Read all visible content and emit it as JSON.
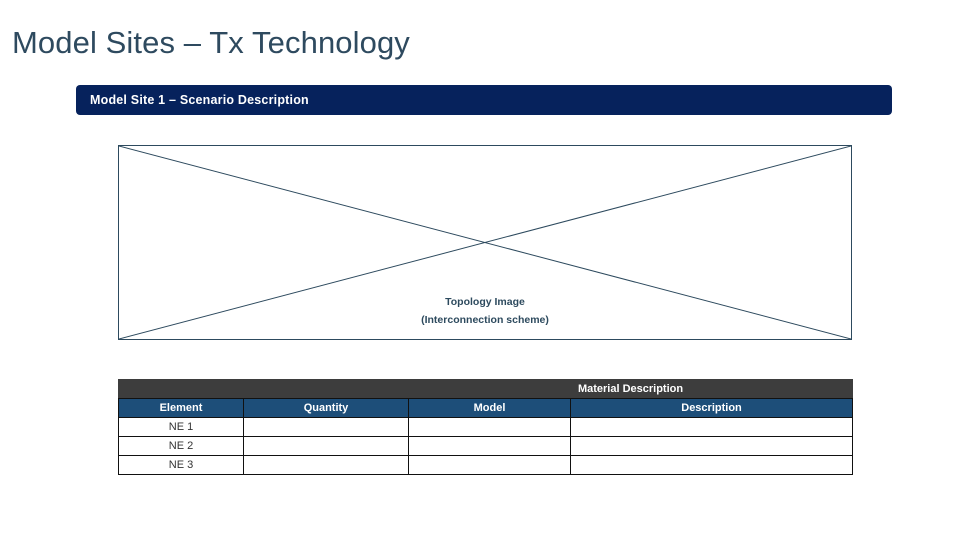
{
  "slide": {
    "title": "Model Sites – Tx Technology"
  },
  "banner": {
    "label": "Model Site 1 – Scenario Description",
    "color": "#06225c"
  },
  "topology": {
    "caption_line1": "Topology Image",
    "caption_line2": "(Interconnection scheme)",
    "border_color": "#2d4a5e"
  },
  "table": {
    "group_header": {
      "blank_left": "",
      "label": "Material Description",
      "color": "#3d3d3d"
    },
    "columns": [
      {
        "label": "Element"
      },
      {
        "label": "Quantity"
      },
      {
        "label": "Model"
      },
      {
        "label": "Description"
      }
    ],
    "column_header_color": "#1d4e79",
    "rows": [
      {
        "element": "NE 1",
        "quantity": "",
        "model": "",
        "description": ""
      },
      {
        "element": "NE 2",
        "quantity": "",
        "model": "",
        "description": ""
      },
      {
        "element": "NE 3",
        "quantity": "",
        "model": "",
        "description": ""
      }
    ]
  }
}
